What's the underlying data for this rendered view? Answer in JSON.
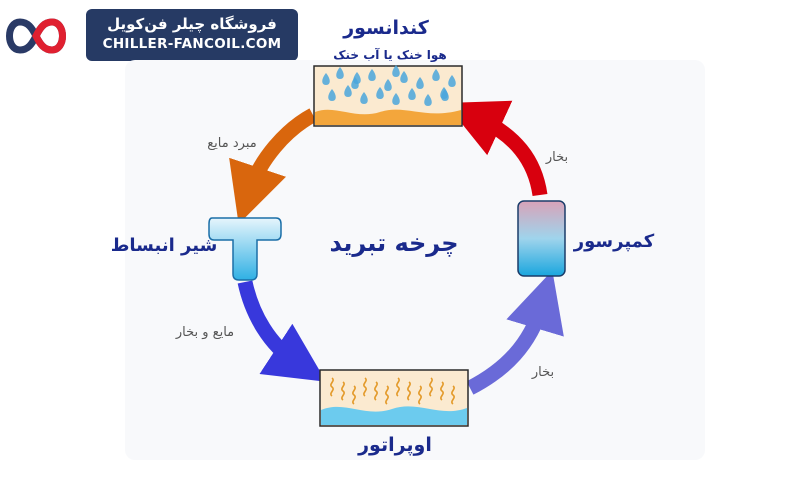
{
  "brand": {
    "title_fa": "فروشگاه چیلر فن‌کویل",
    "site": "CHILLER-FANCOIL.COM"
  },
  "diagram": {
    "title": "چرخه تبرید",
    "condenser": {
      "label": "کندانسور",
      "sublabel": "هوا خنک یا آب خنک"
    },
    "compressor": {
      "label": "کمپرسور"
    },
    "evaporator": {
      "label": "اوپراتور"
    },
    "expansion_valve": {
      "label": "شیر انبساط"
    },
    "flows": {
      "condenser_to_valve": "مبرد مایع",
      "valve_to_evaporator": "مایع و بخار",
      "evaporator_to_compressor": "بخار",
      "compressor_to_condenser": "بخار"
    }
  },
  "colors": {
    "brand_bg": "#263a64",
    "arrow_hot": "#d8000e",
    "arrow_warm": "#d9660d",
    "arrow_cold": "#3a3ad6",
    "arrow_cool": "#6f6fd6",
    "label_blue": "#1a2a8c"
  }
}
